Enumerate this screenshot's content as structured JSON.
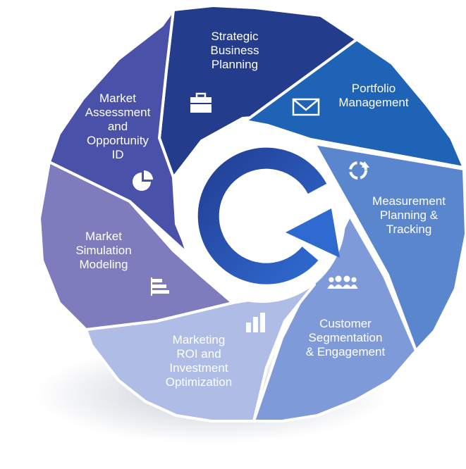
{
  "diagram": {
    "segments": [
      {
        "id": "strategic",
        "lines": [
          "Strategic",
          "Business",
          "Planning"
        ],
        "color": "#233c8c",
        "icon": "briefcase-icon"
      },
      {
        "id": "portfolio",
        "lines": [
          "Portfolio",
          "Management"
        ],
        "color": "#1f63b6",
        "icon": "envelope-icon"
      },
      {
        "id": "measurement",
        "lines": [
          "Measurement",
          "Planning &",
          "Tracking"
        ],
        "color": "#5a86ce",
        "icon": "cycle-arrows-icon"
      },
      {
        "id": "customer",
        "lines": [
          "Customer",
          "Segmentation",
          "& Engagement"
        ],
        "color": "#7f9ad8",
        "icon": "people-group-icon"
      },
      {
        "id": "marketing-roi",
        "lines": [
          "Marketing",
          "ROI and",
          "Investment",
          "Optimization"
        ],
        "color": "#aebce6",
        "icon": "bar-chart-icon"
      },
      {
        "id": "simulation",
        "lines": [
          "Market",
          "Simulation",
          "Modeling"
        ],
        "color": "#7e7cbd",
        "icon": "stacked-bars-icon"
      },
      {
        "id": "assessment",
        "lines": [
          "Market",
          "Assessment",
          "and",
          "Opportunity",
          "ID"
        ],
        "color": "#4a51a8",
        "icon": "pie-chart-icon"
      }
    ],
    "center_icon": "refresh-arrow-icon",
    "accent": "#2a62c8",
    "ring_color": "#23489c"
  }
}
